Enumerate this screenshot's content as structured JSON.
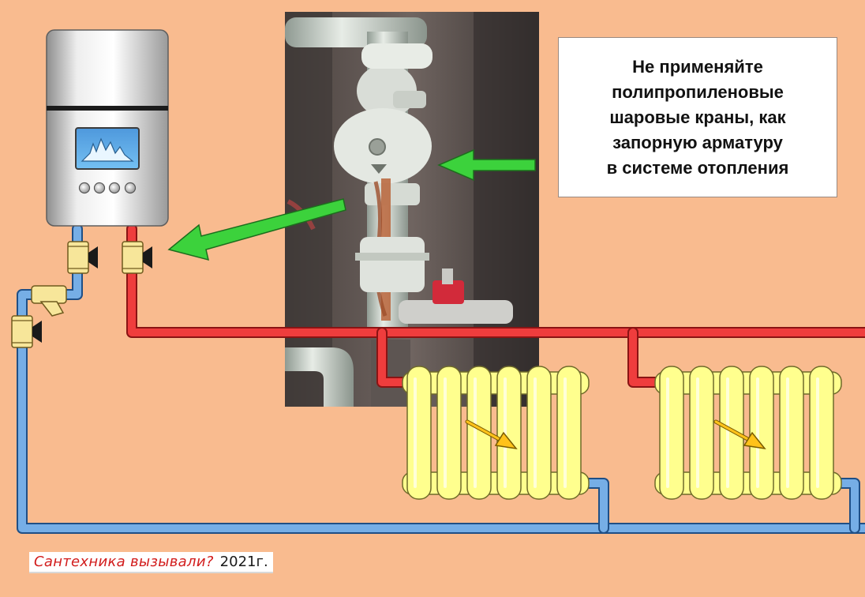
{
  "note": {
    "lines": [
      "Не применяйте",
      "полипропиленовые",
      "шаровые краны, как",
      "запорную арматуру",
      "в системе отопления"
    ]
  },
  "credit": {
    "brand": "Сантехника вызывали?",
    "year": "2021г."
  },
  "icons": {
    "boiler_display": "flame-icon",
    "arrows": [
      "green-arrow-icon",
      "green-arrow-icon",
      "yellow-arrow-icon",
      "yellow-arrow-icon"
    ]
  },
  "colors": {
    "background": "#f9bb8f",
    "hot_pipe": "#ee3a3a",
    "cold_pipe": "#6ea8e2",
    "radiator": "#ffff8e",
    "arrow_green": "#3bd23b",
    "arrow_yellow": "#ffc21a",
    "boiler_screen": "#5aa8e8"
  }
}
